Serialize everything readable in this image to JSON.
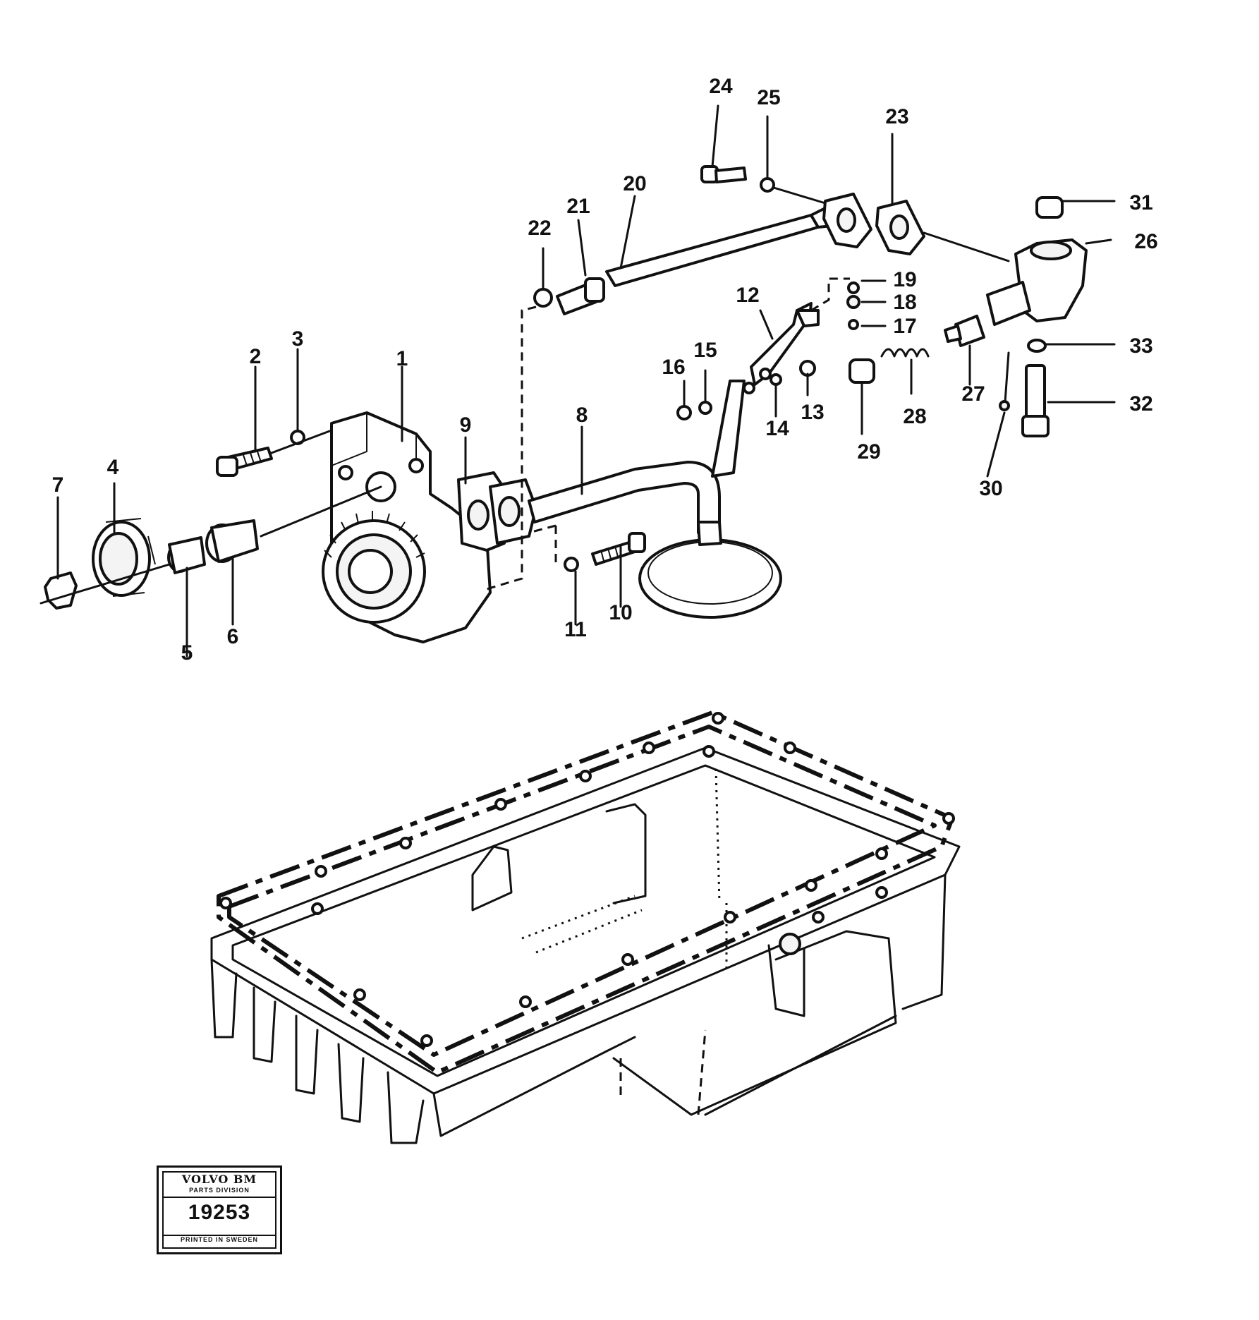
{
  "callouts": [
    {
      "id": "1",
      "text": "1"
    },
    {
      "id": "2",
      "text": "2"
    },
    {
      "id": "3",
      "text": "3"
    },
    {
      "id": "4",
      "text": "4"
    },
    {
      "id": "5",
      "text": "5"
    },
    {
      "id": "6",
      "text": "6"
    },
    {
      "id": "7",
      "text": "7"
    },
    {
      "id": "8",
      "text": "8"
    },
    {
      "id": "9",
      "text": "9"
    },
    {
      "id": "10",
      "text": "10"
    },
    {
      "id": "11",
      "text": "11"
    },
    {
      "id": "12",
      "text": "12"
    },
    {
      "id": "13",
      "text": "13"
    },
    {
      "id": "14",
      "text": "14"
    },
    {
      "id": "15",
      "text": "15"
    },
    {
      "id": "16",
      "text": "16"
    },
    {
      "id": "17",
      "text": "17"
    },
    {
      "id": "18",
      "text": "18"
    },
    {
      "id": "19",
      "text": "19"
    },
    {
      "id": "20",
      "text": "20"
    },
    {
      "id": "21",
      "text": "21"
    },
    {
      "id": "22",
      "text": "22"
    },
    {
      "id": "23",
      "text": "23"
    },
    {
      "id": "24",
      "text": "24"
    },
    {
      "id": "25",
      "text": "25"
    },
    {
      "id": "26",
      "text": "26"
    },
    {
      "id": "27",
      "text": "27"
    },
    {
      "id": "28",
      "text": "28"
    },
    {
      "id": "29",
      "text": "29"
    },
    {
      "id": "30",
      "text": "30"
    },
    {
      "id": "31",
      "text": "31"
    },
    {
      "id": "32",
      "text": "32"
    },
    {
      "id": "33",
      "text": "33"
    }
  ],
  "stamp": {
    "brand": "VOLVO BM",
    "division": "PARTS DIVISION",
    "number": "19253",
    "footer": "PRINTED IN SWEDEN"
  },
  "colors": {
    "ink": "#111111",
    "paper": "#ffffff"
  }
}
